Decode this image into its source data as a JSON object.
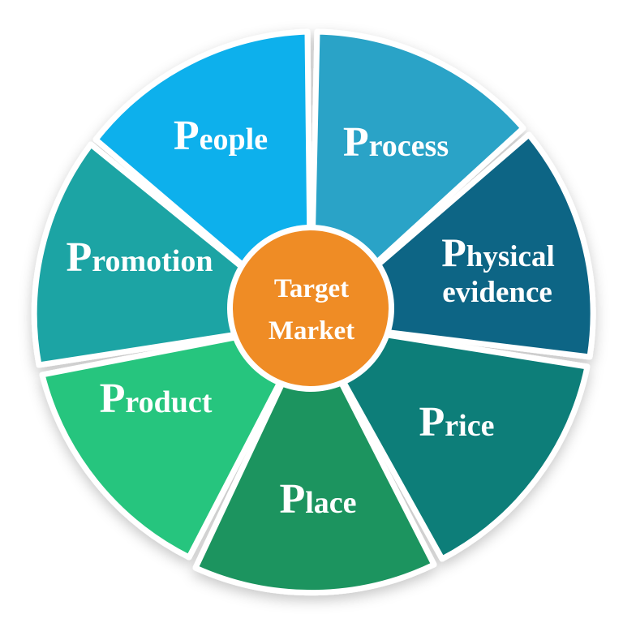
{
  "center": {
    "line1": "Target",
    "line2": "Market",
    "color": "#EF8C25"
  },
  "segments": [
    {
      "id": "people",
      "initial": "P",
      "rest": "eople",
      "color": "#0DB0EC"
    },
    {
      "id": "process",
      "initial": "P",
      "rest": "rocess",
      "color": "#29A3C7"
    },
    {
      "id": "physical-evidence",
      "initial": "P",
      "rest": "hysical",
      "line2": "evidence",
      "color": "#0E6585"
    },
    {
      "id": "price",
      "initial": "P",
      "rest": "rice",
      "color": "#077E79"
    },
    {
      "id": "place",
      "initial": "P",
      "rest": "lace",
      "color": "#1E945F"
    },
    {
      "id": "product",
      "initial": "P",
      "rest": "roduct",
      "color": "#26C57E"
    },
    {
      "id": "promotion",
      "initial": "P",
      "rest": "romotion",
      "color": "#1CA4A4"
    }
  ]
}
